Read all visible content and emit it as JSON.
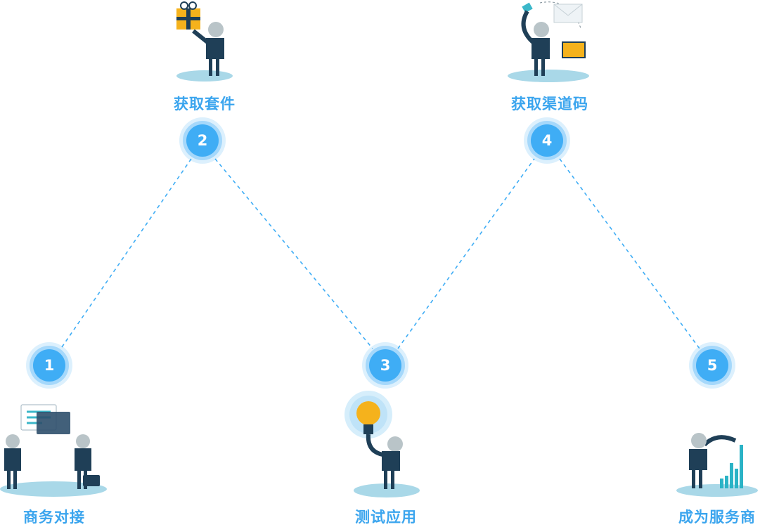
{
  "steps": [
    {
      "number": "1",
      "label": "商务对接"
    },
    {
      "number": "2",
      "label": "获取套件"
    },
    {
      "number": "3",
      "label": "测试应用"
    },
    {
      "number": "4",
      "label": "获取渠道码"
    },
    {
      "number": "5",
      "label": "成为服务商"
    }
  ],
  "colors": {
    "accent": "#3fadf5",
    "label": "#3ba5ee",
    "figure": "#1f4a66",
    "base": "#a9d8e8"
  }
}
